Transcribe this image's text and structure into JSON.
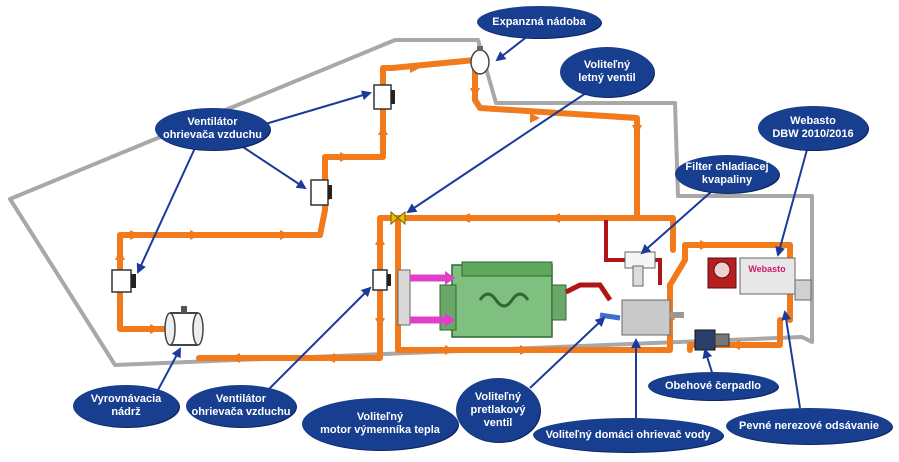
{
  "labels": {
    "expansion_tank": "Expanzná nádoba",
    "summer_valve": "Voliteľný\nletný ventil",
    "air_heater_fan_top": "Ventilátor\nohrievača vzduchu",
    "webasto": "Webasto\nDBW 2010/2016",
    "coolant_filter": "Filter chladiacej\nkvapaliny",
    "equalizing_tank": "Vyrovnávacia\nnádrž",
    "air_heater_fan_bottom": "Ventilátor\nohrievača vzduchu",
    "engine_exchanger": "Voliteľný\nmotor výmenníka tepla",
    "pressure_valve": "Voliteľný\npretlakový\nventil",
    "domestic_heater": "Voliteľný domáci ohrievač vody",
    "circulation_pump": "Obehové čerpadlo",
    "exhaust": "Pevné nerezové odsávanie",
    "heater_brand": "Webasto"
  },
  "colors": {
    "pipe": "#f07a1c",
    "hull": "#a8a8a8",
    "callout": "#173e8f",
    "pointer": "#1b3a9a",
    "engine": "#7fbf7f",
    "pink": "#e040c8",
    "red_pipe": "#b01515"
  }
}
